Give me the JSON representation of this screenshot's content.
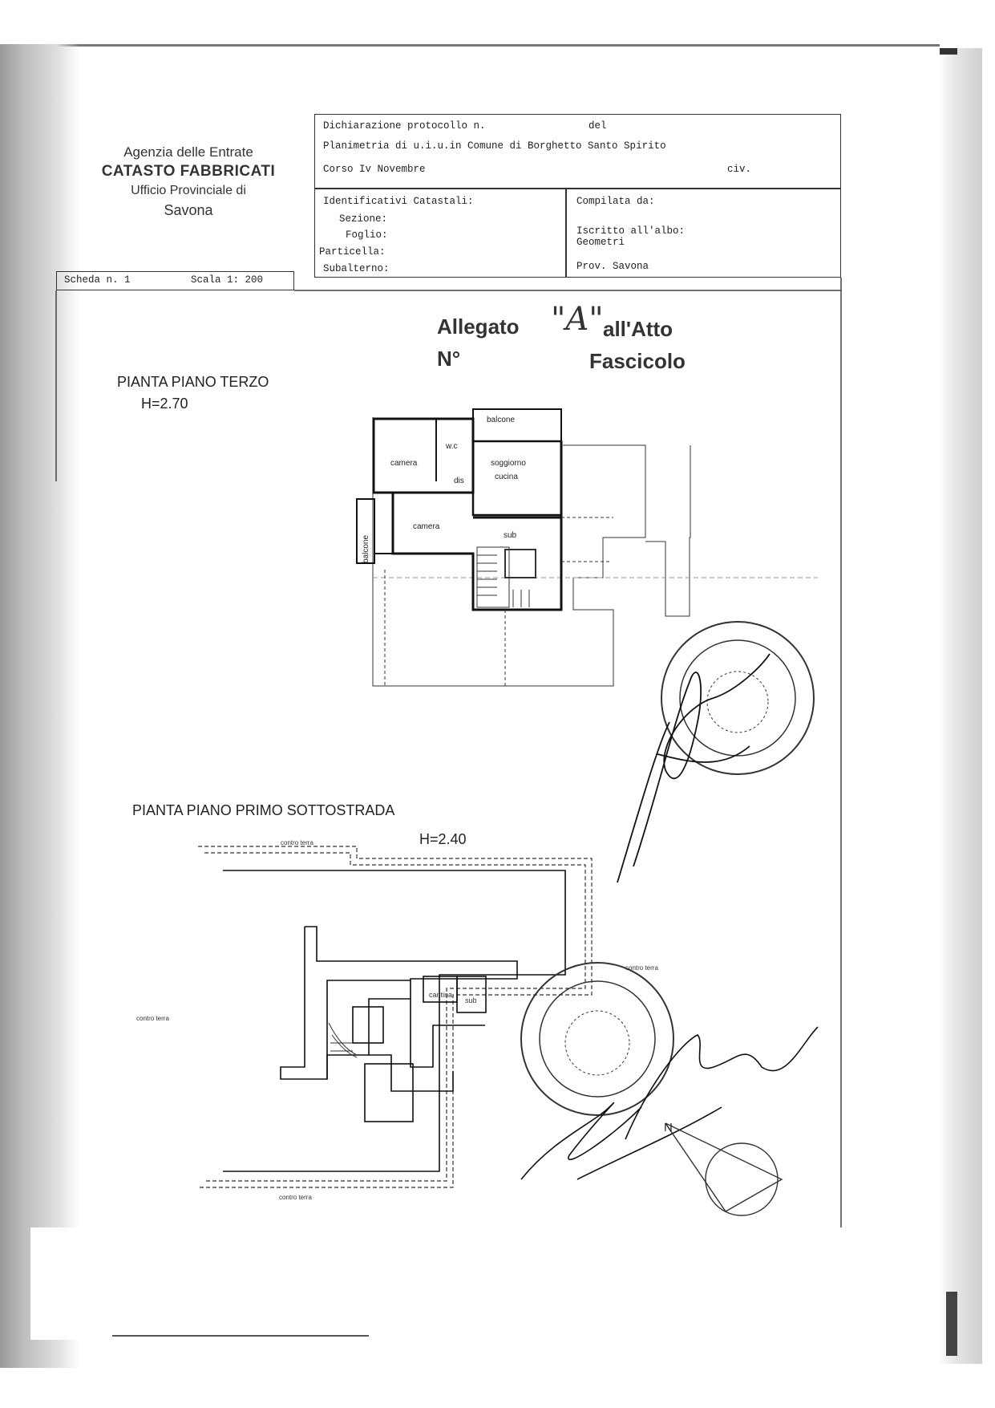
{
  "agency": {
    "line1": "Agenzia delle Entrate",
    "line2": "CATASTO FABBRICATI",
    "line3": "Ufficio Provinciale di",
    "line4": "Savona"
  },
  "header": {
    "dichiarazione": "Dichiarazione protocollo n.",
    "del": "del",
    "planimetria": "Planimetria di u.i.u.in Comune di Borghetto Santo Spirito",
    "indirizzo": "Corso Iv Novembre",
    "civ": "civ.",
    "identificativi": "Identificativi Catastali:",
    "sezione": "Sezione:",
    "foglio": "Foglio:",
    "particella": "Particella:",
    "subalterno": "Subalterno:",
    "compilata": "Compilata da:",
    "iscritto": "Iscritto all'albo:",
    "albo": "Geometri",
    "prov": "Prov. Savona",
    "scheda": "Scheda n. 1",
    "scala": "Scala 1: 200"
  },
  "allegato": {
    "allegato": "Allegato",
    "mark": "\"A\"",
    "atto": "all'Atto",
    "numero": "N°",
    "fascicolo": "Fascicolo"
  },
  "plan1": {
    "title": "PIANTA PIANO TERZO",
    "height": "H=2.70",
    "rooms": {
      "balcone_top": "balcone",
      "wc": "w.c",
      "camera1": "camera",
      "soggiorno": "soggiorno",
      "cucina": "cucina",
      "dis": "dis",
      "camera2": "camera",
      "balcone_side": "balcone",
      "sub": "sub"
    }
  },
  "plan2": {
    "title": "PIANTA PIANO PRIMO SOTTOSTRADA",
    "height": "H=2.40",
    "labels": {
      "contro_terra_top": "contro terra",
      "contro_terra_left": "contro terra",
      "contro_terra_right": "contro terra",
      "contro_terra_bottom": "contro terra",
      "cantina": "cantina",
      "sub": "sub"
    }
  },
  "north": "N"
}
